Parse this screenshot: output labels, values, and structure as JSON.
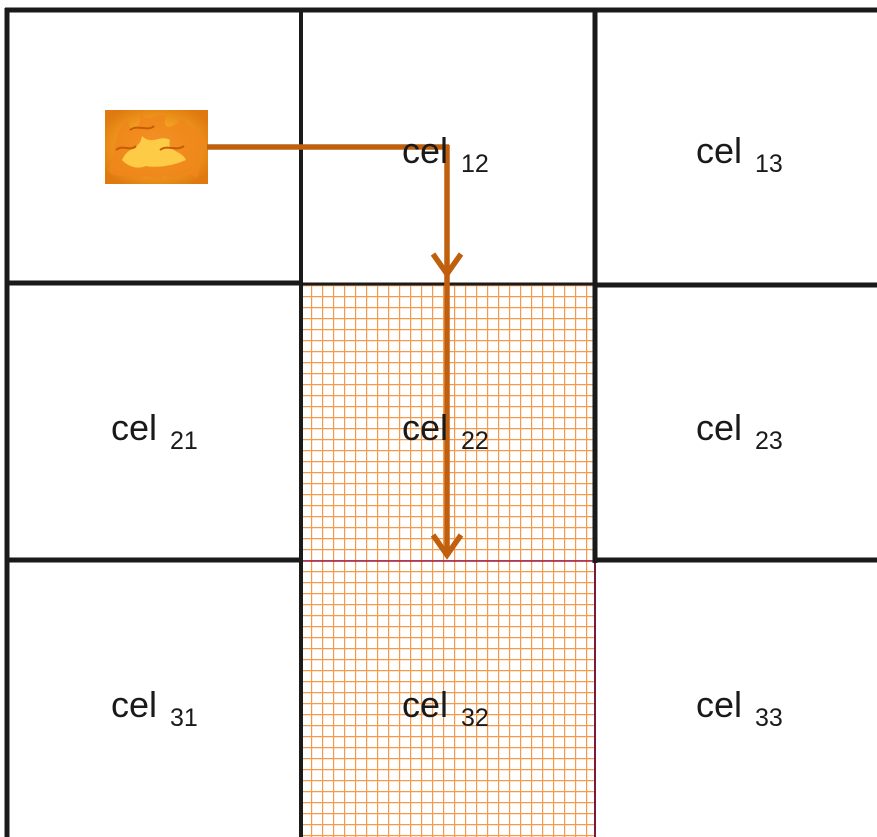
{
  "grid": {
    "cells": [
      {
        "id": "11",
        "base": "",
        "sub": "",
        "fire": true
      },
      {
        "id": "12",
        "base": "cel",
        "sub": "12"
      },
      {
        "id": "13",
        "base": "cel",
        "sub": "13"
      },
      {
        "id": "21",
        "base": "cel",
        "sub": "21"
      },
      {
        "id": "22",
        "base": "cel",
        "sub": "22",
        "hatched": true
      },
      {
        "id": "23",
        "base": "cel",
        "sub": "23"
      },
      {
        "id": "31",
        "base": "cel",
        "sub": "31"
      },
      {
        "id": "32",
        "base": "cel",
        "sub": "32",
        "hatched": true
      },
      {
        "id": "33",
        "base": "cel",
        "sub": "33"
      }
    ]
  },
  "colors": {
    "grid_line": "#1a1a1a",
    "hatch": "#f39a4c",
    "arrow": "#c0600f",
    "fire_dark": "#e07a10",
    "fire_light": "#ffd24a"
  },
  "icons": {
    "fire": "fire-icon",
    "arrow": "spread-arrow"
  }
}
